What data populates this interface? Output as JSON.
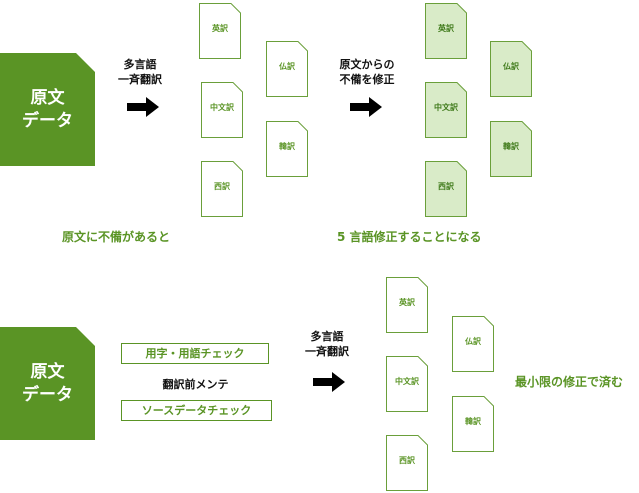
{
  "colors": {
    "accent": "#5a9425",
    "doc_fill_tint": "#d9ebc8"
  },
  "top": {
    "source_line1": "原文",
    "source_line2": "データ",
    "step1_line1": "多言語",
    "step1_line2": "一斉翻訳",
    "step2_line1": "原文からの",
    "step2_line2": "不備を修正",
    "docs": {
      "en": "英訳",
      "zh": "中文訳",
      "es": "西訳",
      "fr": "仏訳",
      "ko": "韓訳"
    },
    "caption_left": "原文に不備があると",
    "caption_right": "5 言語修正することになる"
  },
  "bottom": {
    "source_line1": "原文",
    "source_line2": "データ",
    "check_terms": "用字・用語チェック",
    "pre_edit": "翻訳前メンテ",
    "check_source": "ソースデータチェック",
    "step_line1": "多言語",
    "step_line2": "一斉翻訳",
    "docs": {
      "en": "英訳",
      "zh": "中文訳",
      "es": "西訳",
      "fr": "仏訳",
      "ko": "韓訳"
    },
    "result": "最小限の修正で済む"
  }
}
